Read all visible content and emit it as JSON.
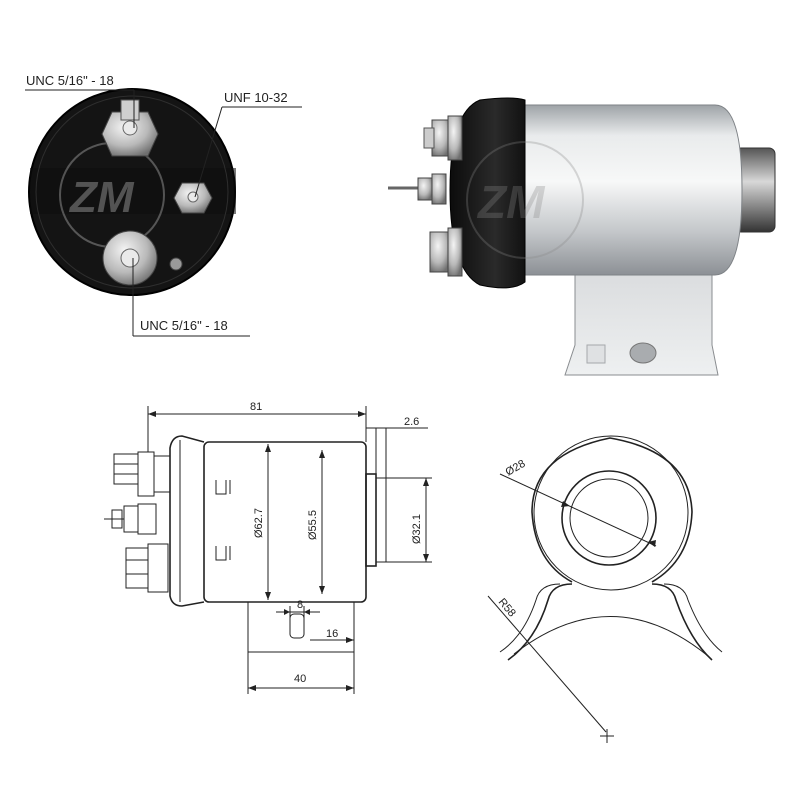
{
  "callouts": {
    "top_terminal": "UNC 5/16\" - 18",
    "small_terminal": "UNF 10-32",
    "bottom_terminal": "UNC 5/16\" - 18"
  },
  "dimensions": {
    "overall_length": "81",
    "flange_offset": "2.6",
    "body_diameter_1": "Ø62.7",
    "body_diameter_2": "Ø55.5",
    "plunger_diameter": "Ø32.1",
    "slot_width": "8",
    "slot_offset": "16",
    "bracket_length": "40",
    "bore_diameter": "Ø28",
    "bracket_radius": "R58"
  },
  "colors": {
    "cap_black": "#151515",
    "body_silver": "#c9cccf",
    "line": "#222222"
  }
}
